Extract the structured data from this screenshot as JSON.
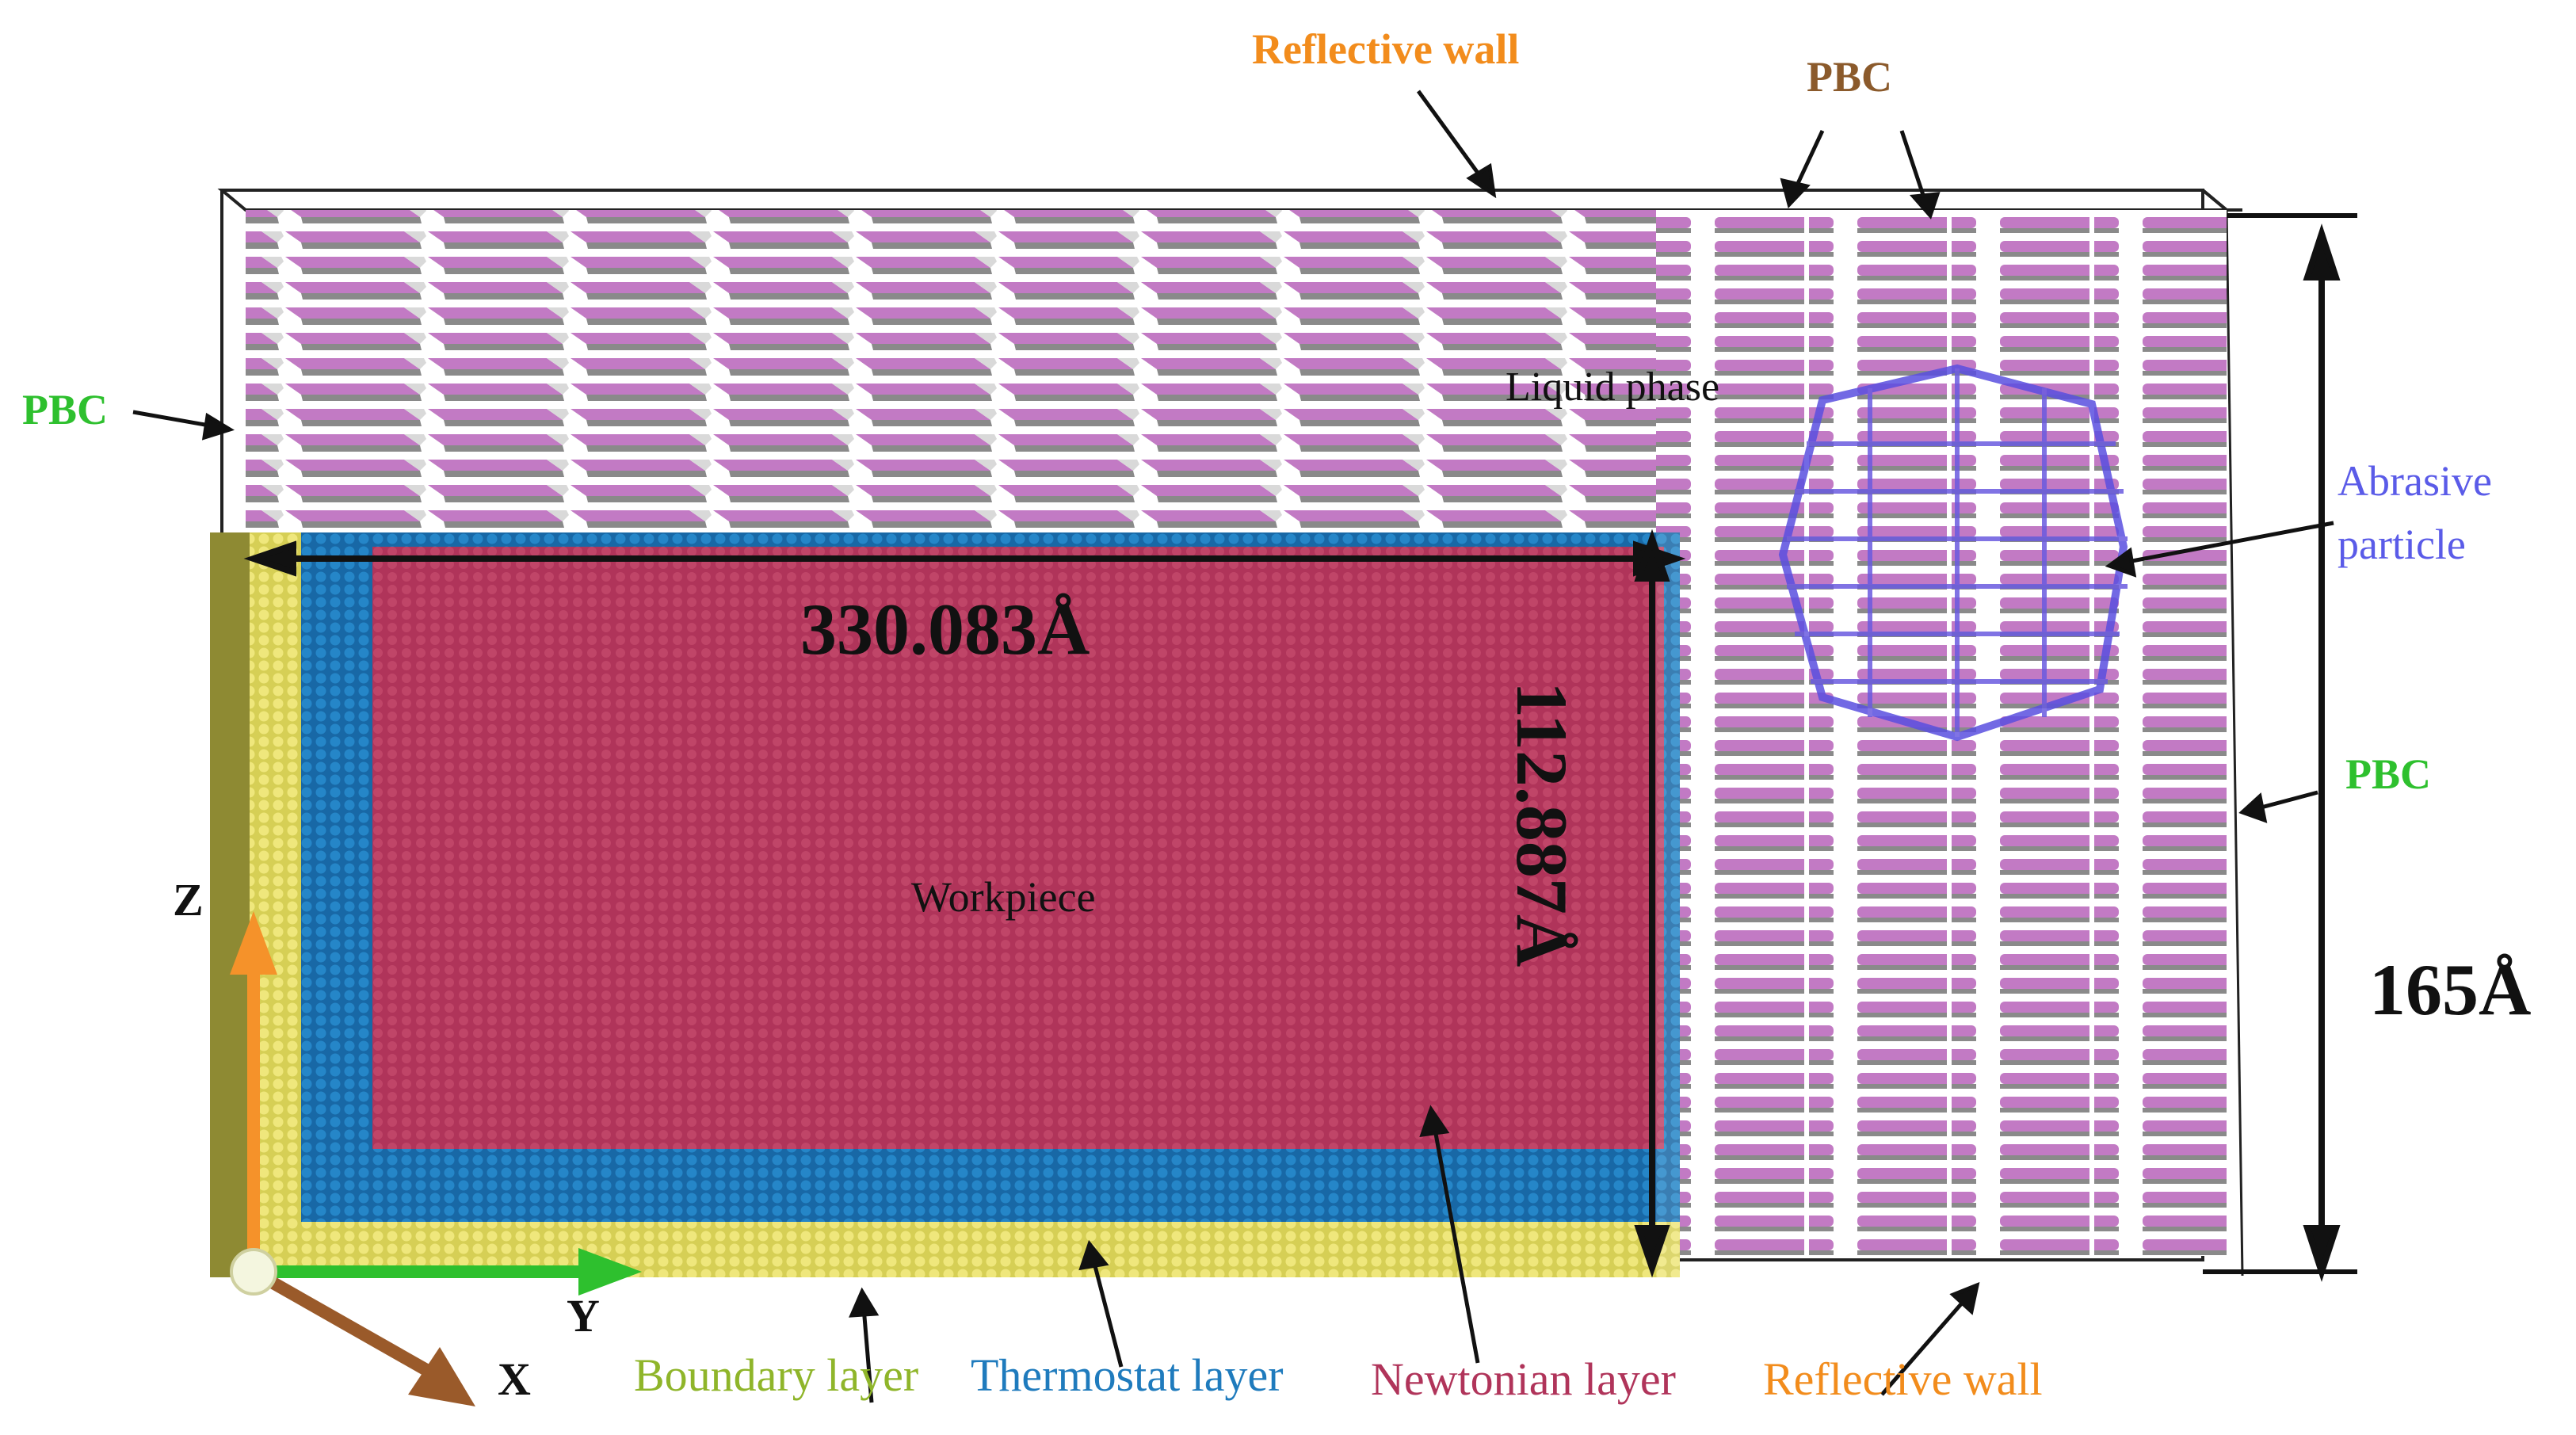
{
  "labels": {
    "reflective_wall_top": "Reflective wall",
    "pbc_top": "PBC",
    "pbc_left": "PBC",
    "pbc_right": "PBC",
    "liquid_phase": "Liquid phase",
    "abrasive_particle_line1": "Abrasive",
    "abrasive_particle_line2": "particle",
    "workpiece": "Workpiece",
    "boundary_layer": "Boundary layer",
    "thermostat_layer": "Thermostat layer",
    "newtonian_layer": "Newtonian layer",
    "reflective_wall_bottom": "Reflective wall"
  },
  "dimensions": {
    "width": "330.083Å",
    "height": "112.887Å",
    "box_height": "165Å"
  },
  "axes": {
    "z": "Z",
    "y": "Y",
    "x": "X"
  },
  "colors": {
    "liquid": "#c27ac4",
    "liquid_dark": "#9c5ba0",
    "liquid_shadow": "#8f8f8f",
    "newtonian": "#b0345a",
    "thermostat": "#1f7bbd",
    "boundary": "#e6df6a",
    "abrasive": "#6a5be0",
    "orange_label": "#f28c1c",
    "green_label": "#2ec02e",
    "brown_label": "#8b5a2b",
    "blue_label": "#5a5be8",
    "olive_label": "#8fb52a",
    "thermo_label": "#1f7bbd",
    "newton_label": "#b0345a",
    "axis_z": "#f5922a",
    "axis_y": "#2ec02e",
    "axis_x": "#9a5a2a"
  }
}
